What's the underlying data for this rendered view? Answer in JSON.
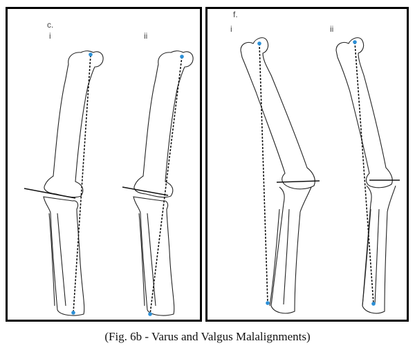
{
  "panels": [
    {
      "label": "c.",
      "sublabels": [
        "i",
        "ii"
      ]
    },
    {
      "label": "f.",
      "sublabels": [
        "i",
        "ii"
      ]
    }
  ],
  "caption": "(Fig. 6b - Varus and Valgus Malalignments)",
  "colors": {
    "landmark": "#2b8fd6",
    "line": "#111111",
    "bone": "#222222"
  }
}
